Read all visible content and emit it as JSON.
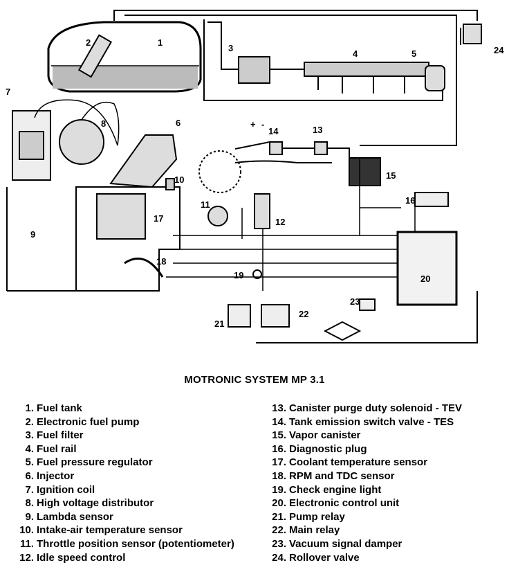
{
  "title": "MOTRONIC SYSTEM MP 3.1",
  "diagram": {
    "callouts": [
      "1",
      "2",
      "3",
      "4",
      "5",
      "6",
      "7",
      "8",
      "9",
      "10",
      "11",
      "12",
      "13",
      "14",
      "15",
      "16",
      "17",
      "18",
      "19",
      "20",
      "21",
      "22",
      "23",
      "24"
    ],
    "signs": {
      "plus": "+",
      "minus": "-"
    }
  },
  "legend": {
    "left": [
      {
        "num": "1.",
        "label": "Fuel tank"
      },
      {
        "num": "2.",
        "label": "Electronic fuel pump"
      },
      {
        "num": "3.",
        "label": "Fuel filter"
      },
      {
        "num": "4.",
        "label": "Fuel rail"
      },
      {
        "num": "5.",
        "label": "Fuel pressure regulator"
      },
      {
        "num": "6.",
        "label": "Injector"
      },
      {
        "num": "7.",
        "label": "Ignition  coil"
      },
      {
        "num": "8.",
        "label": "High voltage distributor"
      },
      {
        "num": "9.",
        "label": "Lambda sensor"
      },
      {
        "num": "10.",
        "label": "Intake-air temperature sensor"
      },
      {
        "num": "11.",
        "label": "Throttle position sensor (potentiometer)"
      },
      {
        "num": "12.",
        "label": "Idle speed control"
      }
    ],
    "right": [
      {
        "num": "13.",
        "label": "Canister purge duty solenoid - TEV"
      },
      {
        "num": "14.",
        "label": "Tank emission switch valve - TES"
      },
      {
        "num": "15.",
        "label": "Vapor canister"
      },
      {
        "num": "16.",
        "label": "Diagnostic plug"
      },
      {
        "num": "17.",
        "label": "Coolant temperature sensor"
      },
      {
        "num": "18.",
        "label": "RPM and TDC sensor"
      },
      {
        "num": "19.",
        "label": "Check engine light"
      },
      {
        "num": "20.",
        "label": "Electronic control unit"
      },
      {
        "num": "21.",
        "label": "Pump relay"
      },
      {
        "num": "22.",
        "label": "Main relay"
      },
      {
        "num": "23.",
        "label": "Vacuum signal damper"
      },
      {
        "num": "24.",
        "label": "Rollover valve"
      }
    ]
  }
}
